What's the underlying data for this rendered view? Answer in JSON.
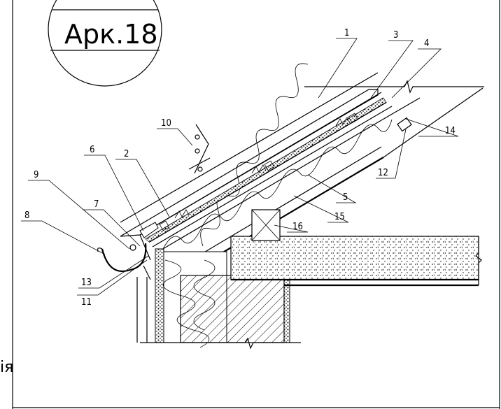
{
  "title": "Арк.18",
  "side_text": "ія",
  "callouts": [
    "1",
    "2",
    "3",
    "4",
    "5",
    "6",
    "7",
    "8",
    "9",
    "10",
    "11",
    "12",
    "13",
    "14",
    "15",
    "16"
  ]
}
